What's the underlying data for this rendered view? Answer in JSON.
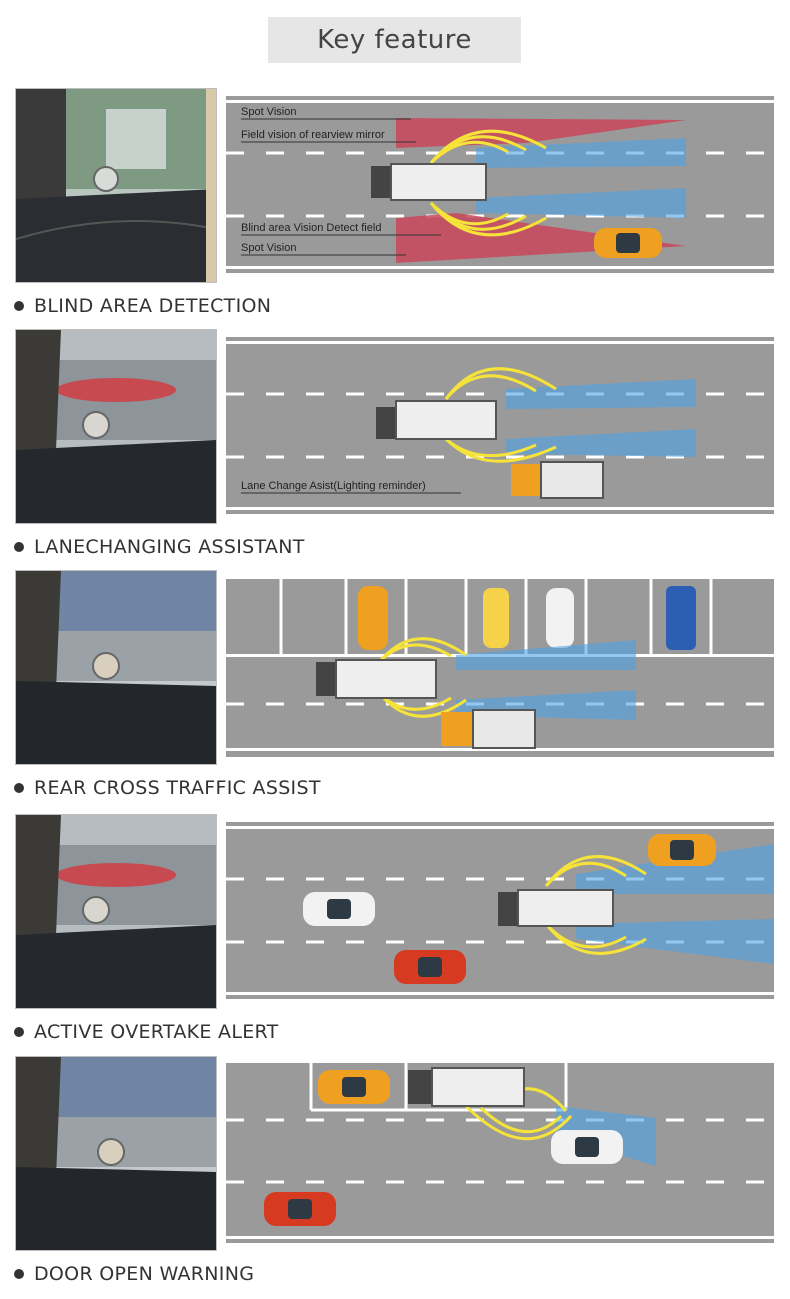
{
  "header": {
    "title": "Key feature"
  },
  "features": [
    {
      "label": "BLIND AREA  DETECTION",
      "callouts": [
        "Spot Vision",
        "Field vision of rearview mirror",
        "Blind area Vision Detect field",
        "Spot Vision"
      ]
    },
    {
      "label": "LANECHANGING ASSISTANT",
      "callouts": [
        "Lane Change Asist(Lighting reminder)"
      ]
    },
    {
      "label": "REAR CROSS TRAFFIC ASSIST",
      "callouts": []
    },
    {
      "label": "ACTIVE OVERTAKE ALERT",
      "callouts": []
    },
    {
      "label": "DOOR OPEN WARNING",
      "callouts": []
    }
  ],
  "colors": {
    "road": "#9a9a9a",
    "lane": "#ffffff",
    "radar": "#f6e33a",
    "beam": "#4fa3e8",
    "blindzone": "#c9475a",
    "car_orange": "#f0a020",
    "car_red": "#d63b22",
    "car_white": "#f2f2f2",
    "car_blue": "#2c5fb3"
  }
}
